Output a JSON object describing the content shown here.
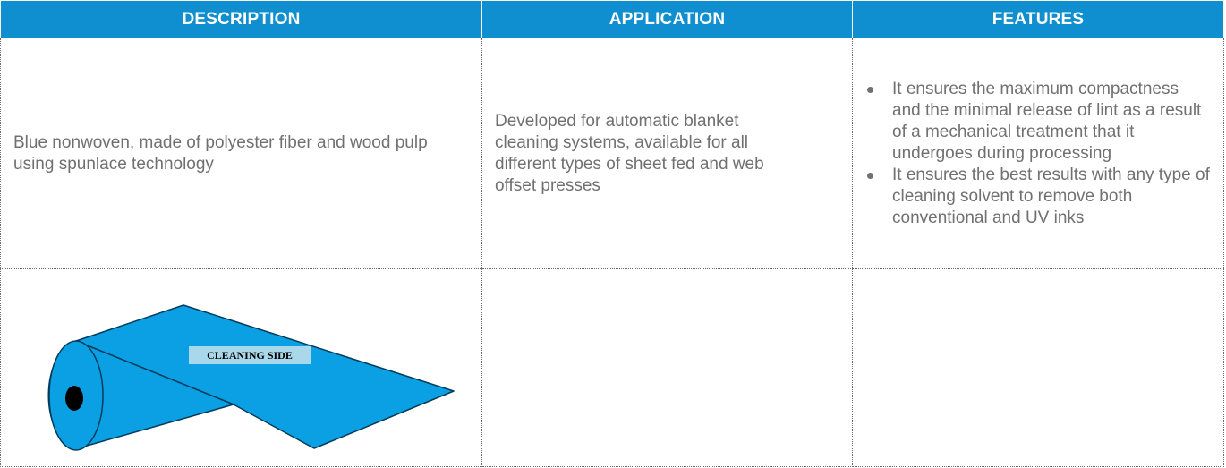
{
  "headers": {
    "description": "DESCRIPTION",
    "application": "APPLICATION",
    "features": "FEATURES"
  },
  "row": {
    "description": "Blue nonwoven, made of polyester fiber and wood pulp using spunlace technology",
    "application": "Developed for automatic blanket cleaning systems, available for all different types of sheet fed and web offset presses",
    "features": [
      "It ensures the maximum compactness and the minimal release of lint as a result of a mechanical treatment that it undergoes during processing",
      "It ensures the best results with any type of cleaning solvent to remove both conventional and UV inks"
    ]
  },
  "illustration": {
    "label": "CLEANING SIDE",
    "icon": "nonwoven-roll-icon",
    "roll_color": "#0aa0e3",
    "label_bg": "#a9d8ea"
  },
  "colors": {
    "header_bg": "#0f8fcf",
    "header_text": "#ffffff",
    "body_text": "#707070",
    "border": "#6b6b6b"
  }
}
